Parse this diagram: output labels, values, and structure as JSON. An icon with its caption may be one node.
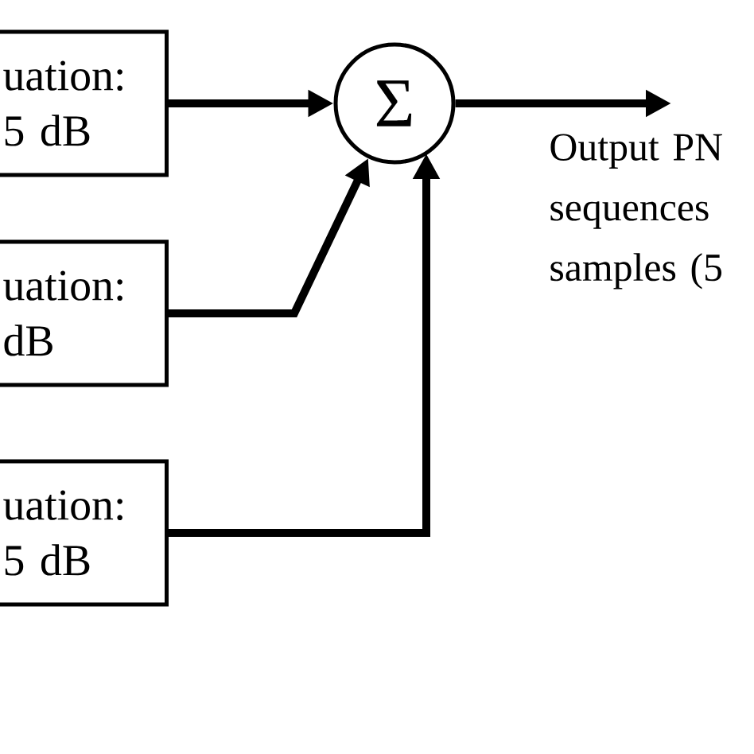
{
  "diagram": {
    "nodes": [
      {
        "text": [
          "uation: 5 dB"
        ]
      },
      {
        "text": [
          "uation: dB"
        ]
      },
      {
        "text": [
          "uation: 5 dB"
        ]
      },
      {
        "text": [
          "Σ"
        ]
      }
    ],
    "edges": [
      {
        "from": 0,
        "to": 3,
        "arrow": "to"
      },
      {
        "from": 1,
        "to": 3,
        "arrow": "to"
      },
      {
        "from": 2,
        "to": 3,
        "arrow": "to"
      },
      {
        "from": 3,
        "to": null,
        "arrow": "to"
      }
    ],
    "labels": [
      "Output PN sequences samples (5"
    ]
  }
}
